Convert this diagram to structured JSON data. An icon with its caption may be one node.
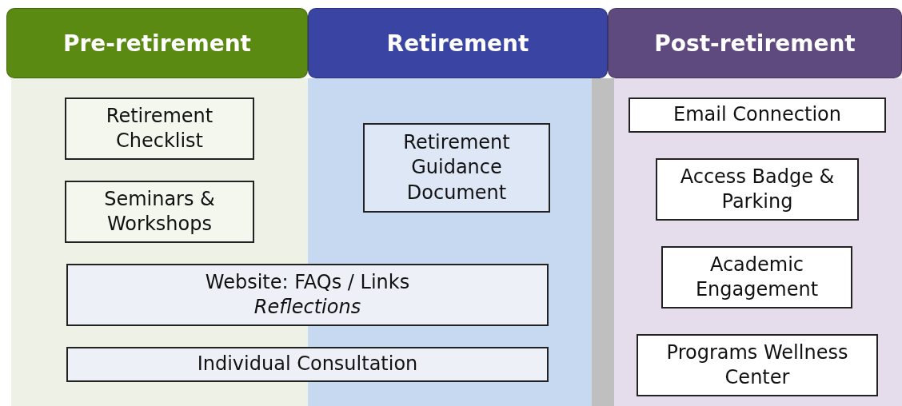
{
  "diagram": {
    "nodes": [
      {
        "text": [
          "Pre-retirement"
        ]
      },
      {
        "text": [
          "Retirement"
        ]
      },
      {
        "text": [
          "Post-retirement"
        ]
      },
      {
        "text": [
          "Retirement Checklist"
        ],
        "in": 0
      },
      {
        "text": [
          "Seminars & Workshops"
        ],
        "in": 0
      },
      {
        "text": [
          "Retirement Guidance Document"
        ],
        "in": 1
      },
      {
        "text": [
          "Website: FAQs / Links *Reflections*"
        ]
      },
      {
        "text": [
          "Individual Consultation"
        ]
      },
      {
        "text": [
          "Email Connection"
        ],
        "in": 2
      },
      {
        "text": [
          "Access Badge & Parking"
        ],
        "in": 2
      },
      {
        "text": [
          "Academic Engagement"
        ],
        "in": 2
      },
      {
        "text": [
          "Programs Wellness Center"
        ],
        "in": 2
      }
    ]
  }
}
